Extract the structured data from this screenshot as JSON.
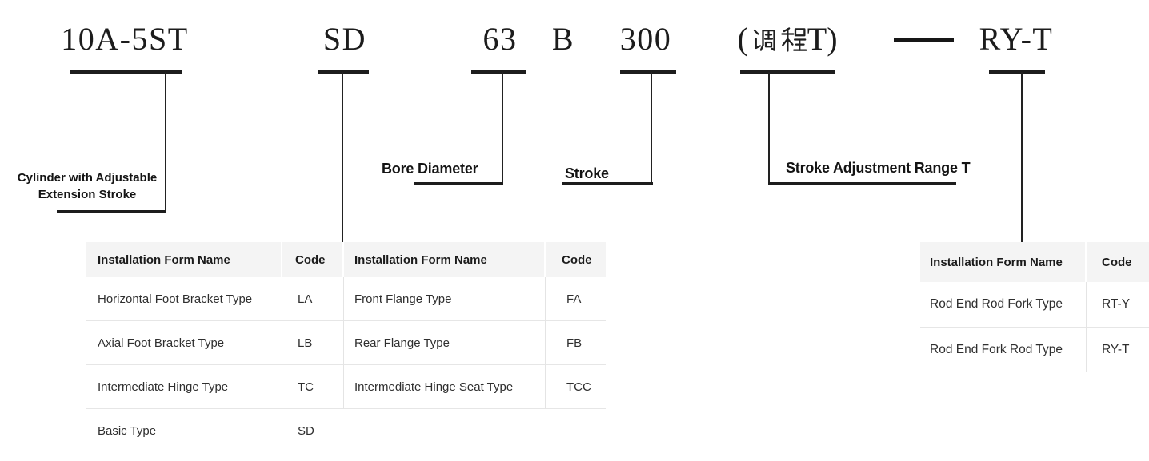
{
  "model_code": {
    "segments": [
      {
        "code": "10A-5ST",
        "label_lines": [
          "Cylinder with Adjustable",
          "Extension Stroke"
        ]
      },
      {
        "code": "SD"
      },
      {
        "code": "63",
        "label": "Bore Diameter"
      },
      {
        "code": "B"
      },
      {
        "code": "300",
        "label": "Stroke"
      },
      {
        "code": "(调程T)",
        "prefix": "(",
        "cjk": "调程",
        "suffix": "T)",
        "label": "Stroke Adjustment Range T"
      },
      {
        "code": "RY-T"
      }
    ],
    "separator": "—"
  },
  "installation_table_left": {
    "headers": [
      "Installation Form Name",
      "Code",
      "Installation Form Name",
      "Code"
    ],
    "rows": [
      [
        "Horizontal Foot Bracket Type",
        "LA",
        "Front Flange Type",
        "FA"
      ],
      [
        "Axial Foot Bracket Type",
        "LB",
        "Rear Flange Type",
        "FB"
      ],
      [
        "Intermediate Hinge Type",
        "TC",
        "Intermediate Hinge Seat Type",
        "TCC"
      ],
      [
        "Basic Type",
        "SD",
        "",
        ""
      ]
    ]
  },
  "installation_table_right": {
    "headers": [
      "Installation Form Name",
      "Code"
    ],
    "rows": [
      [
        "Rod End Rod Fork Type",
        "RT-Y"
      ],
      [
        "Rod End Fork Rod Type",
        "RY-T"
      ]
    ]
  },
  "colors": {
    "header_bg": "#f4f4f4",
    "table_border": "#e4e4e4",
    "line": "#1d1d1d",
    "code_text": "#1c1c1c",
    "cell_text": "#2f2f2f"
  }
}
